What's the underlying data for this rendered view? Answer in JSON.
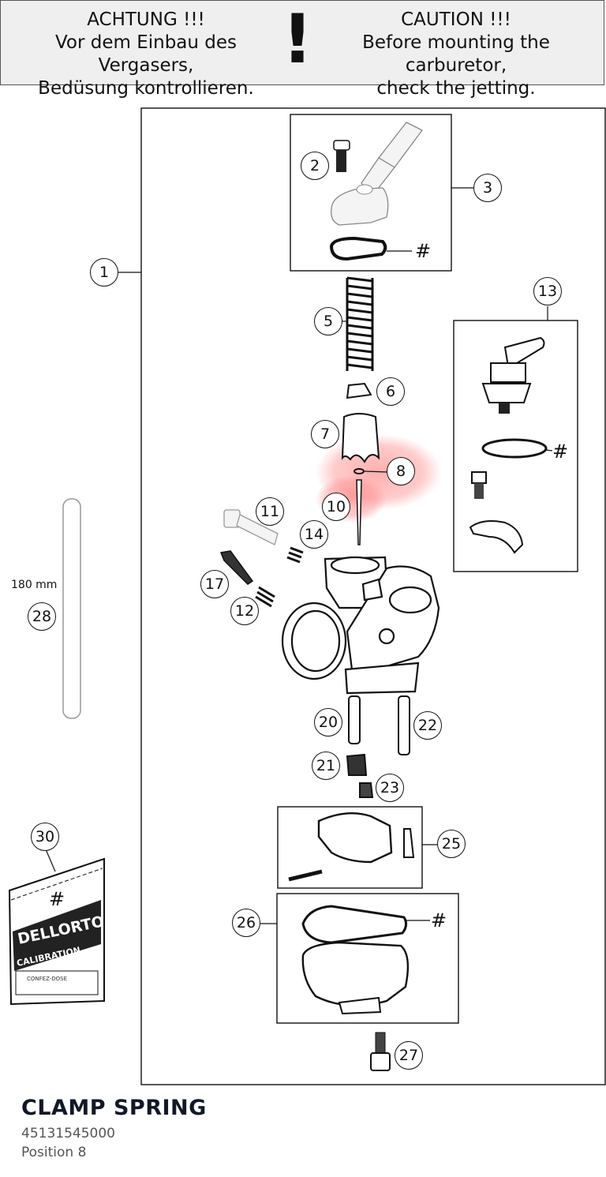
{
  "warning": {
    "de_line1": "ACHTUNG !!!",
    "de_line2": "Vor dem Einbau des Vergasers,",
    "de_line3": "Bedüsung kontrollieren.",
    "exclamation": "!",
    "en_line1": "CAUTION !!!",
    "en_line2": "Before mounting the carburetor,",
    "en_line3": "check the jetting."
  },
  "callouts": [
    "1",
    "2",
    "3",
    "5",
    "6",
    "7",
    "8",
    "10",
    "11",
    "12",
    "13",
    "14",
    "17",
    "20",
    "21",
    "22",
    "23",
    "25",
    "26",
    "27",
    "28",
    "30"
  ],
  "hash_mark": "#",
  "dimension_label": "180 mm",
  "bag": {
    "brand": "DELLORTO",
    "label": "CALIBRATION",
    "line": "CONFEZ-DOSE"
  },
  "highlight": {
    "position": "8",
    "color": "#ff8a8a"
  },
  "part": {
    "name": "CLAMP SPRING",
    "number": "45131545000",
    "position_label": "Position 8"
  },
  "colors": {
    "banner_bg": "#efefef",
    "title": "#111827",
    "muted": "#555555",
    "highlight": "#ff6b6b"
  }
}
